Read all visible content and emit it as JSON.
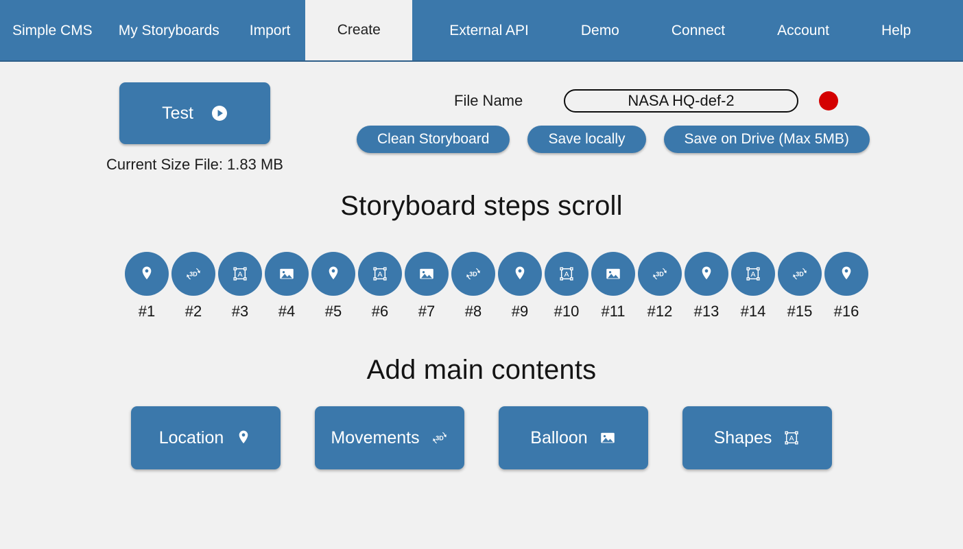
{
  "theme": {
    "brand_blue": "#3b78ab",
    "nav_border": "#2f5f89",
    "page_bg": "#f1f1f1",
    "record_red": "#d40000",
    "text_dark": "#141414"
  },
  "navbar": {
    "left_items": [
      {
        "label": "Simple CMS",
        "name": "nav-simple-cms"
      },
      {
        "label": "My Storyboards",
        "name": "nav-my-storyboards"
      },
      {
        "label": "Import",
        "name": "nav-import"
      }
    ],
    "active_tab": {
      "label": "Create",
      "name": "nav-create"
    },
    "right_items": [
      {
        "label": "External API",
        "name": "nav-external-api"
      },
      {
        "label": "Demo",
        "name": "nav-demo"
      },
      {
        "label": "Connect",
        "name": "nav-connect"
      },
      {
        "label": "Account",
        "name": "nav-account"
      },
      {
        "label": "Help",
        "name": "nav-help"
      }
    ]
  },
  "toolbar": {
    "test_label": "Test",
    "test_icon": "play-circle-icon",
    "current_size_label": "Current Size File:  1.83 MB",
    "file_name_label": "File Name",
    "file_name_value": "NASA HQ-def-2",
    "file_name_placeholder": "File name",
    "record_icon": "record-dot-icon",
    "clean_label": "Clean Storyboard",
    "save_local_label": "Save locally",
    "save_drive_label": "Save on Drive (Max 5MB)"
  },
  "steps_section": {
    "heading": "Storyboard steps scroll",
    "steps": [
      {
        "label": "#1",
        "icon": "location-pin-icon"
      },
      {
        "label": "#2",
        "icon": "rotate-3d-icon"
      },
      {
        "label": "#3",
        "icon": "shapes-frame-icon"
      },
      {
        "label": "#4",
        "icon": "image-icon"
      },
      {
        "label": "#5",
        "icon": "location-pin-icon"
      },
      {
        "label": "#6",
        "icon": "shapes-frame-icon"
      },
      {
        "label": "#7",
        "icon": "image-icon"
      },
      {
        "label": "#8",
        "icon": "rotate-3d-icon"
      },
      {
        "label": "#9",
        "icon": "location-pin-icon"
      },
      {
        "label": "#10",
        "icon": "shapes-frame-icon"
      },
      {
        "label": "#11",
        "icon": "image-icon"
      },
      {
        "label": "#12",
        "icon": "rotate-3d-icon"
      },
      {
        "label": "#13",
        "icon": "location-pin-icon"
      },
      {
        "label": "#14",
        "icon": "shapes-frame-icon"
      },
      {
        "label": "#15",
        "icon": "rotate-3d-icon"
      },
      {
        "label": "#16",
        "icon": "location-pin-icon"
      }
    ]
  },
  "contents_section": {
    "heading": "Add main contents",
    "buttons": [
      {
        "label": "Location",
        "icon": "location-pin-icon",
        "name": "add-location-button"
      },
      {
        "label": "Movements",
        "icon": "rotate-3d-icon",
        "name": "add-movements-button"
      },
      {
        "label": "Balloon",
        "icon": "image-icon",
        "name": "add-balloon-button"
      },
      {
        "label": "Shapes",
        "icon": "shapes-frame-icon",
        "name": "add-shapes-button"
      }
    ]
  }
}
